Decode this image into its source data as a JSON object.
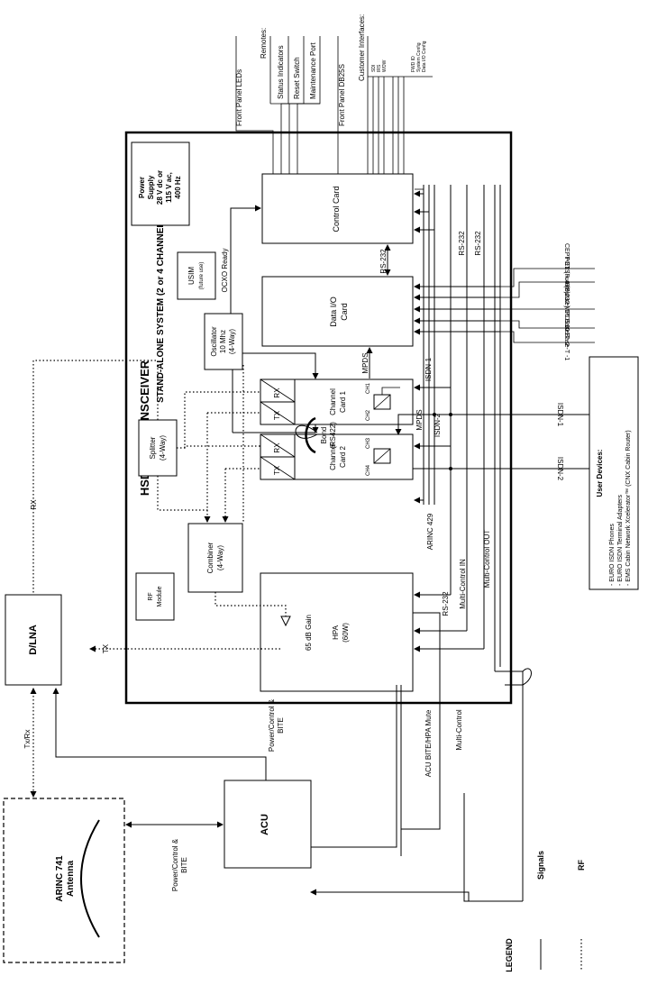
{
  "title": "HSD-400 TRANSCEIVER",
  "subtitle": "STAND-ALONE SYSTEM (2 or 4 CHANNEL)",
  "power_supply": [
    "Power",
    "Supply",
    "28 V dc or",
    "115 V ac,",
    "400 Hz"
  ],
  "blocks": {
    "control_card": "Control Card",
    "data_io": [
      "Data I/O",
      "Card"
    ],
    "usim": [
      "USIM",
      "(future use)"
    ],
    "oscillator": [
      "Oscillator",
      "10 Mhz",
      "(4-Way)"
    ],
    "channel_card_1": [
      "Channel",
      "Card 1"
    ],
    "channel_card_2": [
      "Channel",
      "Card 2"
    ],
    "splitter": [
      "Splitter",
      "(4-Way)"
    ],
    "combiner": [
      "Combiner",
      "(4-Way)"
    ],
    "rf_module": [
      "RF",
      "Module"
    ],
    "hpa": [
      "HPA",
      "(60W)"
    ],
    "hpa_gain": "65 dB Gain",
    "dlna": "D/LNA",
    "acu": "ACU",
    "antenna": [
      "ARINC 741",
      "Antenna"
    ],
    "user_devices_title": "User Devices:",
    "user_devices": [
      "- EURO ISDN Phones",
      "- EURO ISDN Terminal Adapters",
      "- EMS Cabin Network Xcelerator™ (CNX Cabin Router)"
    ]
  },
  "ch_labels": {
    "rx": "RX",
    "tx": "TX",
    "ch1": "CH1",
    "ch2": "CH2",
    "ch3": "CH3",
    "ch4": "CH4"
  },
  "signals": {
    "ocxo_ready": "OCXO Ready",
    "rs232": "RS-232",
    "mpds": "MPDS",
    "isdn1": "ISDN-1",
    "isdn2": "ISDN-2",
    "bond": [
      "Bond",
      "(RS422)"
    ],
    "arinc429": "ARINC 429",
    "multi_in": "Multi-Control IN",
    "multi_out": "Multi-Control OUT",
    "rx": "RX",
    "tx": "TX",
    "txrx": "Tx/Rx",
    "power_control_bite": [
      "Power/Control &",
      "BITE"
    ],
    "acu_bite_mute": "ACU BITE/HPA Mute",
    "multi_control": "Multi-Control"
  },
  "remotes": {
    "front_panel_leds": "Front Panel LEDs",
    "remotes_title": "Remotes:",
    "status_indicators": "Status Indicators",
    "reset_switch": "Reset Switch",
    "maintenance_port": "Maintenance Port",
    "front_panel_db25s": "Front Panel DB25S"
  },
  "customer_interfaces": {
    "title": "Customer Interfaces:",
    "items": [
      "SDI",
      "IRS",
      "WOW",
      "FWD ID",
      "System Config",
      "Data I/O Config"
    ]
  },
  "external_ports": [
    "CEPT-E1 (Future)",
    "POTS x 4 (Future)",
    "RS-232 MPDS X 1",
    "10 Base-T -2",
    "10 Base-T -1"
  ],
  "legend": {
    "title": "LEGEND",
    "signals": "Signals",
    "rf": "RF"
  }
}
